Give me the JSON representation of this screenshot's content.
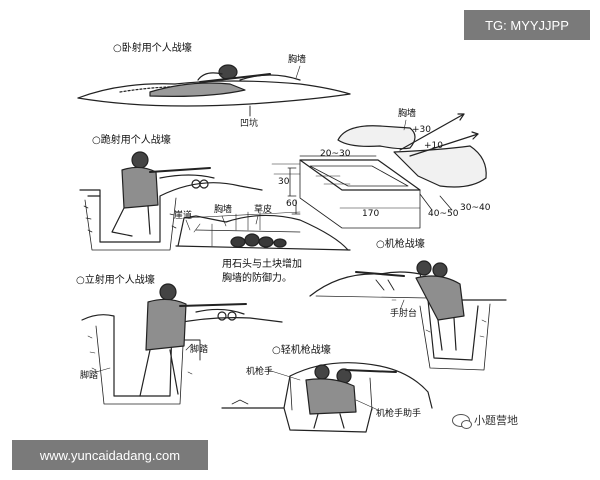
{
  "watermarks": {
    "top": "TG: MYYJJPP",
    "bottom": "www.yuncaidadang.com",
    "wechat": "小题营地"
  },
  "sections": {
    "prone": {
      "title": "○卧射用个人战壕",
      "parapet": "胸墙",
      "pit": "凹坑"
    },
    "kneeling": {
      "title": "○跪射用个人战壕"
    },
    "plan": {
      "parapet": "胸墙",
      "angle_up": "+30",
      "angle_down": "+10",
      "dim_top": "20~30",
      "dim_left_a": "30",
      "dim_left_b": "60",
      "dim_bottom": "170",
      "dim_right_a": "40~50",
      "dim_right_b": "30~40"
    },
    "parapet_detail": {
      "cliff_path": "崖道",
      "parapet": "胸墙",
      "turf": "草皮",
      "note_line1": "用石头与土块增加",
      "note_line2": "胸墙的防御力。"
    },
    "machine_gun": {
      "title": "○机枪战壕",
      "elbow_rest": "手肘台"
    },
    "standing": {
      "title": "○立射用个人战壕",
      "footstep_right": "脚踏",
      "footstep_left": "脚踏"
    },
    "light_mg": {
      "title": "○轻机枪战壕",
      "gunner": "机枪手",
      "assistant": "机枪手助手"
    }
  }
}
